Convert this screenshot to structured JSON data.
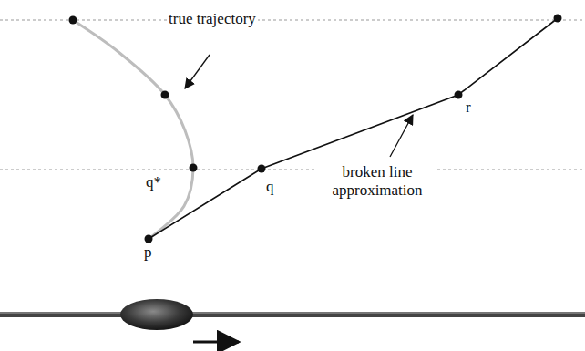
{
  "diagram": {
    "labels": [
      "true trajectory",
      "q*",
      "q",
      "broken line approximation",
      "r",
      "p"
    ]
  }
}
